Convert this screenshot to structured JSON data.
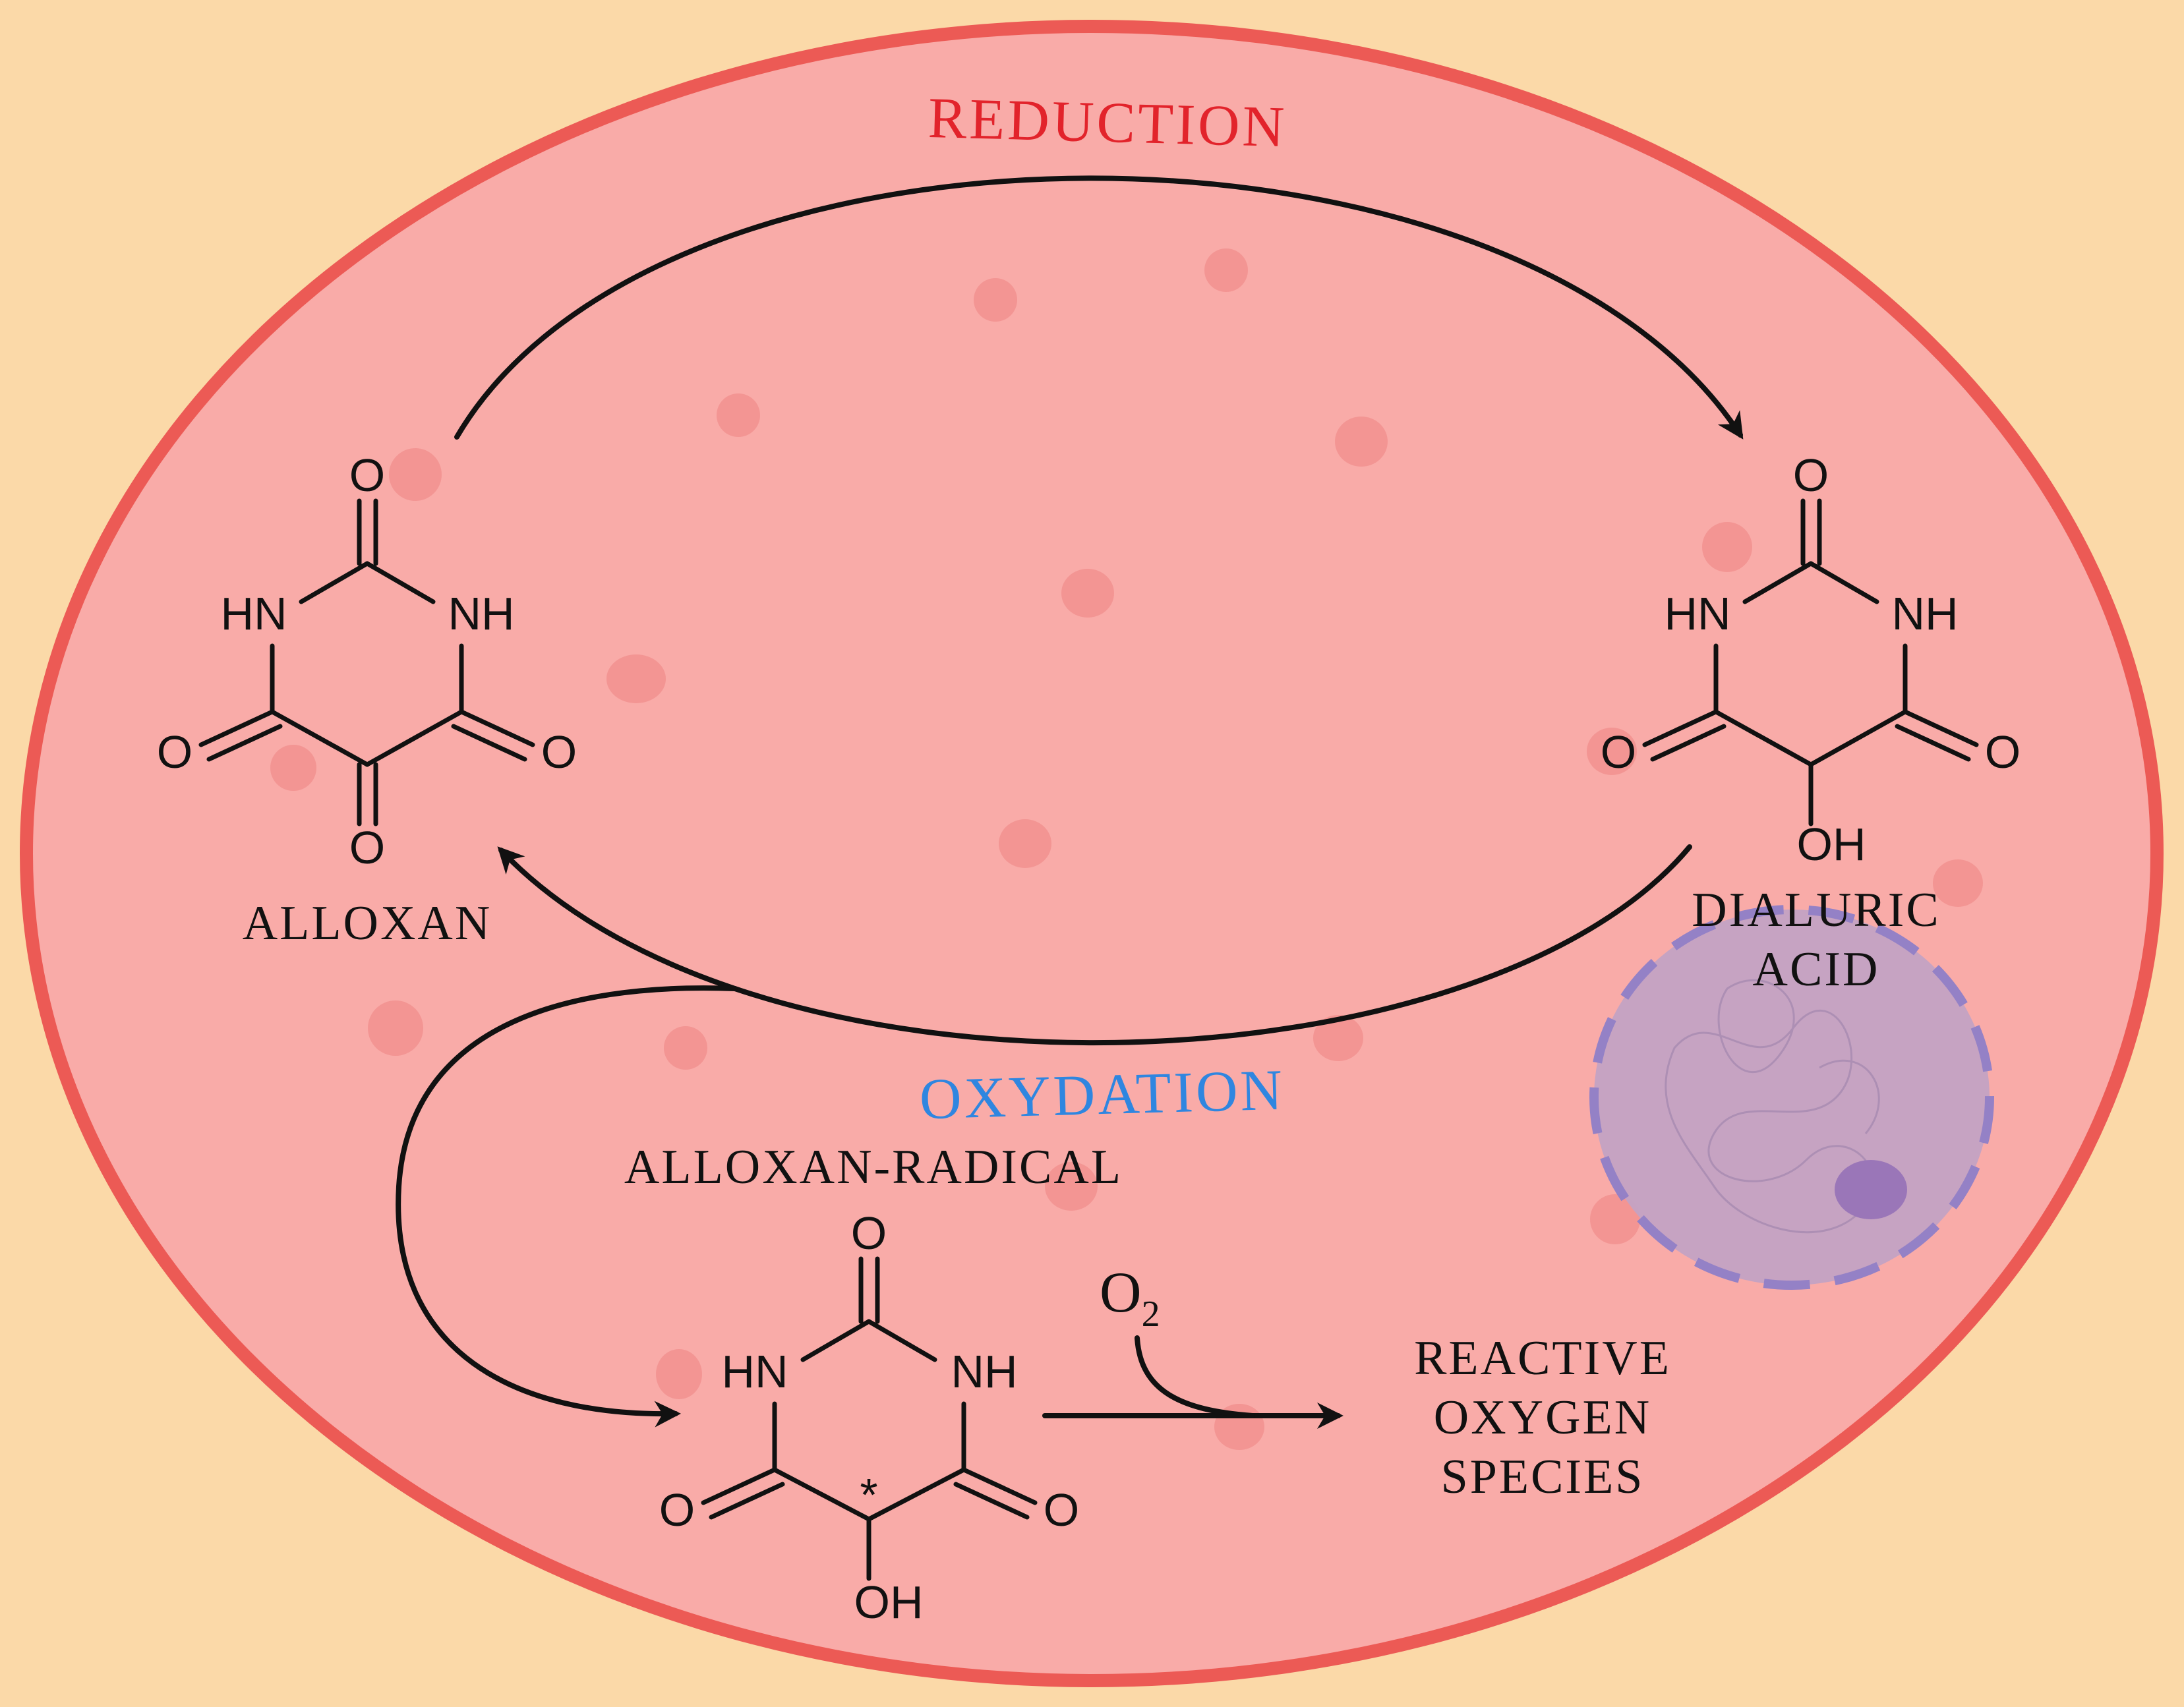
{
  "process_labels": {
    "reduction": "REDUCTION",
    "oxidation": "OXYDATION"
  },
  "molecules": {
    "alloxan": {
      "name": "ALLOXAN",
      "atoms": {
        "o_top": "O",
        "nh_left": "HN",
        "nh_right": "NH",
        "o_left": "O",
        "o_right": "O",
        "o_bottom": "O"
      }
    },
    "dialuric_acid": {
      "name_line1": "DIALURIC",
      "name_line2": "ACID",
      "atoms": {
        "o_top": "O",
        "nh_left": "HN",
        "nh_right": "NH",
        "o_left": "O",
        "o_right": "O",
        "oh": "OH"
      }
    },
    "alloxan_radical": {
      "name": "ALLOXAN-RADICAL",
      "radical_mark": "*",
      "atoms": {
        "o_top": "O",
        "nh_left": "HN",
        "nh_right": "NH",
        "o_left": "O",
        "o_right": "O",
        "oh": "OH"
      }
    }
  },
  "reactant": {
    "symbol": "O",
    "subscript": "2"
  },
  "product": {
    "line1": "REACTIVE",
    "line2": "OXYGEN",
    "line3": "SPECIES"
  },
  "colors": {
    "background": "#fbd9a8",
    "cell_fill": "#f9aba8",
    "cell_border": "#ec5a55",
    "reduction_label": "#e2232b",
    "oxidation_label": "#2f86e0",
    "nucleus_fill": "#c4a3c4",
    "nucleus_border": "#8f7fc8",
    "nucleolus": "#9a76b8",
    "ink": "#111111"
  }
}
